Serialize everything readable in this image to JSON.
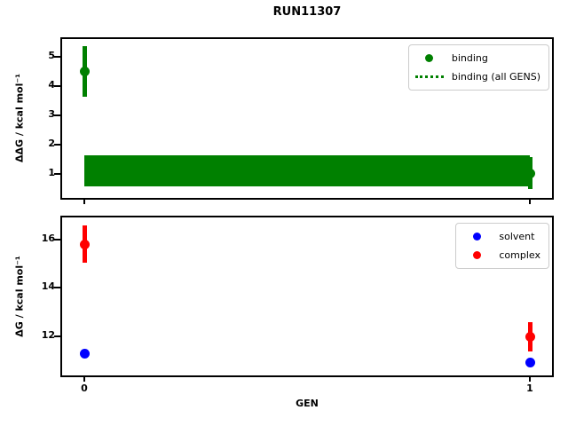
{
  "figure": {
    "title": "RUN11307",
    "xlabel": "GEN"
  },
  "chart_data": [
    {
      "type": "scatter",
      "title": "RUN11307",
      "ylabel": "ΔΔG / kcal mol⁻¹",
      "xlabel": "",
      "xlim": [
        -0.05,
        1.05
      ],
      "ylim": [
        0.2,
        5.6
      ],
      "xticks": [
        0,
        1
      ],
      "xtick_labels": null,
      "yticks": [
        1,
        2,
        3,
        4,
        5
      ],
      "grid": false,
      "legend_position": "upper right",
      "legend": [
        {
          "label": "binding",
          "swatch": "dot",
          "color": "#008000"
        },
        {
          "label": "binding (all GENS)",
          "swatch": "dotted-line",
          "color": "#008000"
        }
      ],
      "band": {
        "name": "binding-all-gens",
        "x_start": 0,
        "x_end": 1,
        "y_low": 0.6,
        "y_high": 1.65,
        "color": "#008000"
      },
      "series": [
        {
          "name": "binding",
          "color": "#008000",
          "marker": "circle",
          "points": [
            {
              "x": 0,
              "y": 4.5,
              "yerr": 0.85
            },
            {
              "x": 1,
              "y": 1.05,
              "yerr": 0.55
            }
          ]
        }
      ]
    },
    {
      "type": "scatter",
      "title": "",
      "ylabel": "ΔG / kcal mol⁻¹",
      "xlabel": "GEN",
      "xlim": [
        -0.05,
        1.05
      ],
      "ylim": [
        10.4,
        16.9
      ],
      "xticks": [
        0,
        1
      ],
      "xtick_labels": [
        "0",
        "1"
      ],
      "yticks": [
        12,
        14,
        16
      ],
      "grid": false,
      "legend_position": "upper right",
      "legend": [
        {
          "label": "solvent",
          "swatch": "dot",
          "color": "#0000ff"
        },
        {
          "label": "complex",
          "swatch": "dot",
          "color": "#ff0000"
        }
      ],
      "band": null,
      "series": [
        {
          "name": "solvent",
          "color": "#0000ff",
          "marker": "circle",
          "points": [
            {
              "x": 0,
              "y": 11.3,
              "yerr": 0.12
            },
            {
              "x": 1,
              "y": 10.95,
              "yerr": 0.15
            }
          ]
        },
        {
          "name": "complex",
          "color": "#ff0000",
          "marker": "circle",
          "points": [
            {
              "x": 0,
              "y": 15.8,
              "yerr": 0.78
            },
            {
              "x": 1,
              "y": 12.0,
              "yerr": 0.6
            }
          ]
        }
      ]
    }
  ]
}
